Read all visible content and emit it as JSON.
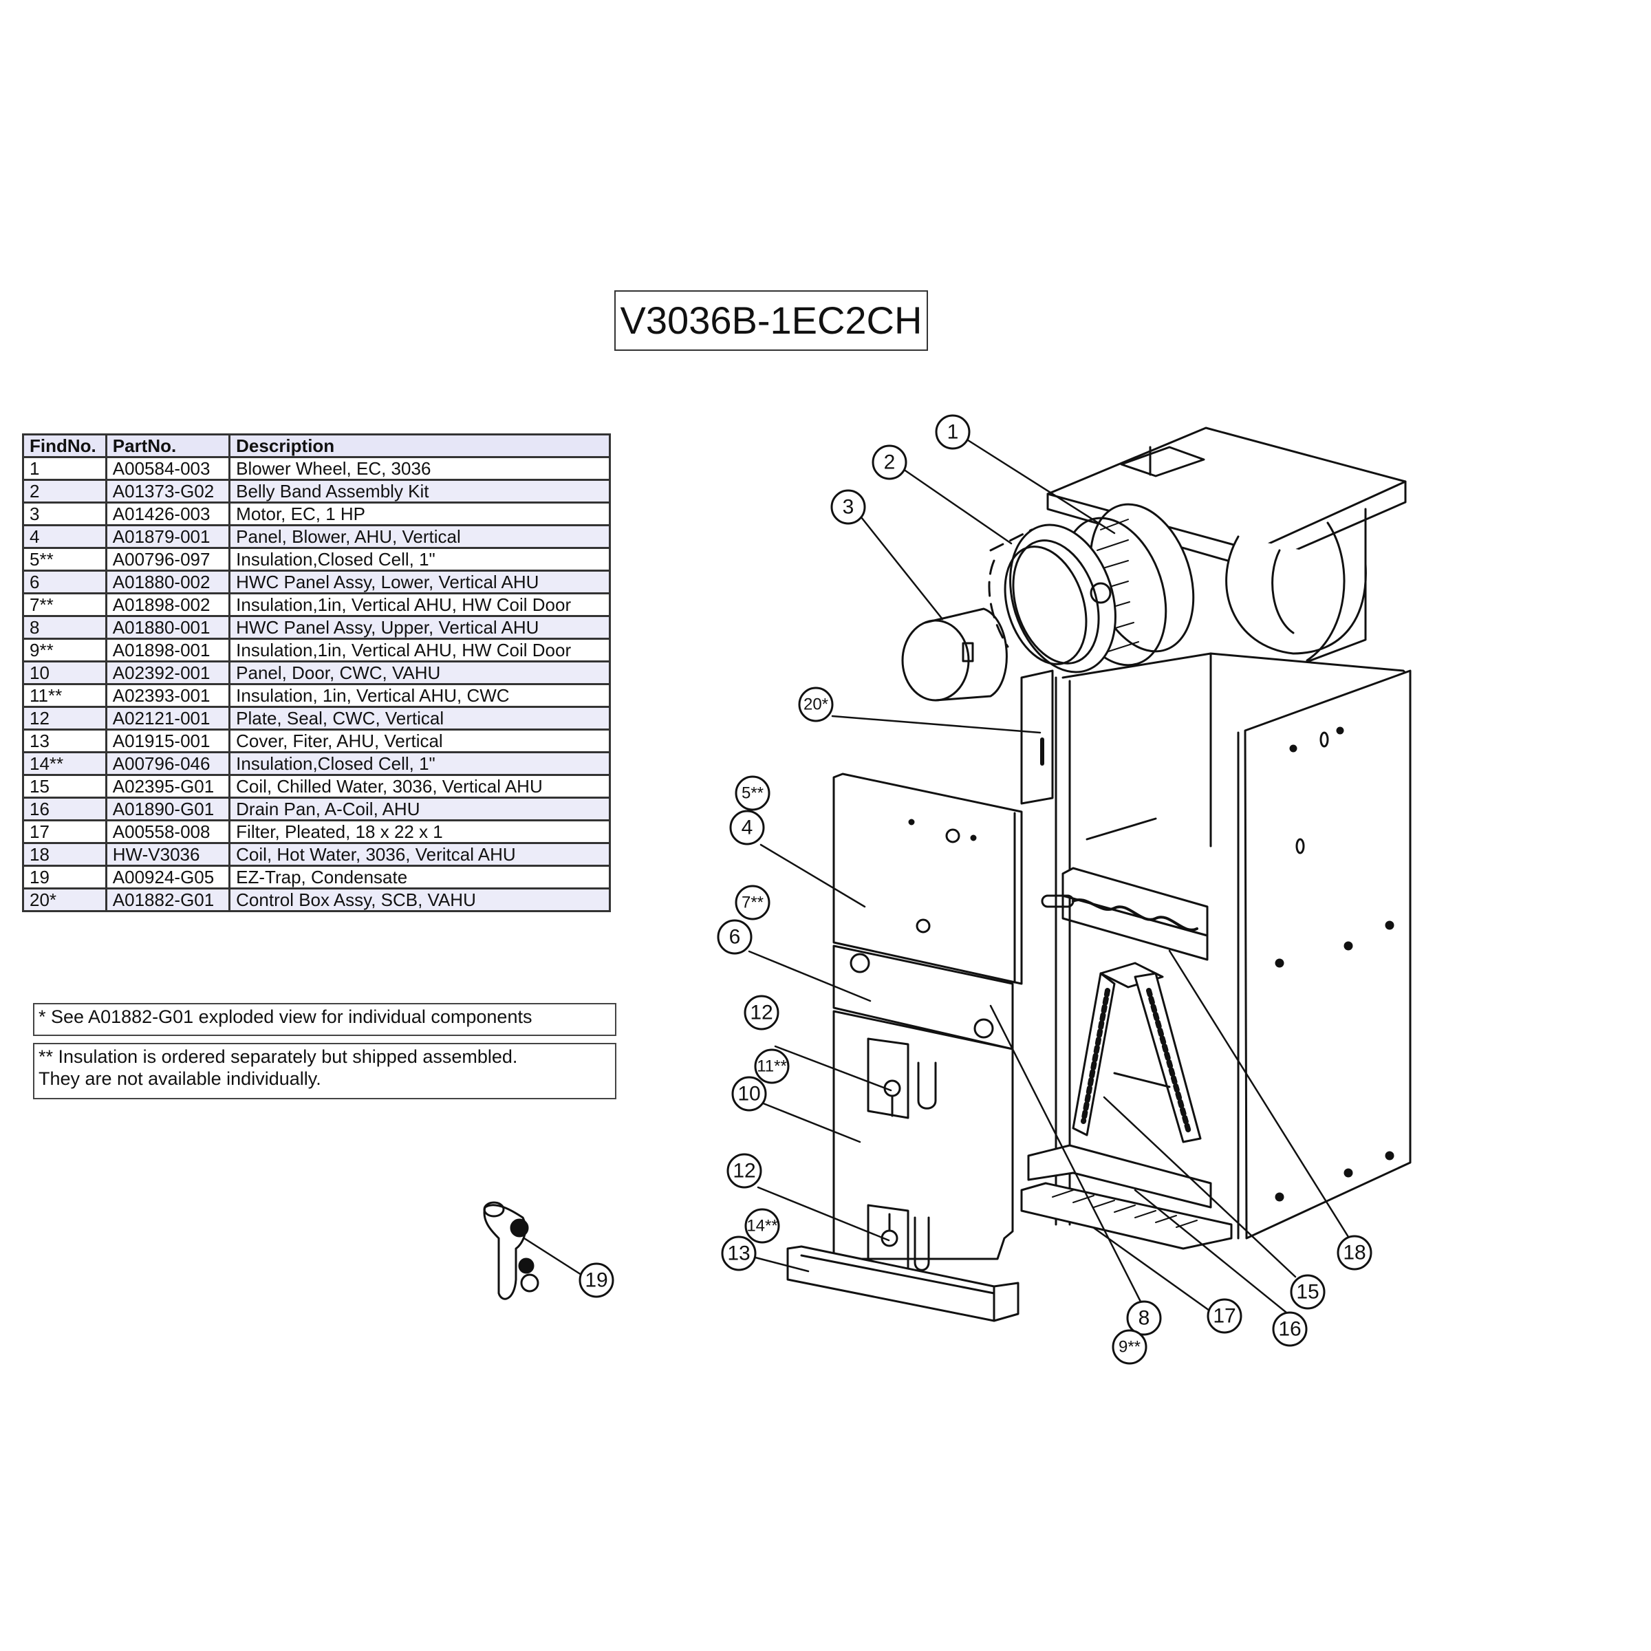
{
  "model": {
    "title": "V3036B-1EC2CH"
  },
  "table": {
    "headers": [
      "FindNo.",
      "PartNo.",
      "Description"
    ],
    "rows": [
      {
        "find": "1",
        "part": "A00584-003",
        "desc": "Blower Wheel, EC, 3036"
      },
      {
        "find": "2",
        "part": "A01373-G02",
        "desc": "Belly Band Assembly Kit"
      },
      {
        "find": "3",
        "part": "A01426-003",
        "desc": "Motor, EC, 1 HP"
      },
      {
        "find": "4",
        "part": "A01879-001",
        "desc": "Panel, Blower, AHU, Vertical"
      },
      {
        "find": "5**",
        "part": "A00796-097",
        "desc": "Insulation,Closed Cell, 1\""
      },
      {
        "find": "6",
        "part": "A01880-002",
        "desc": "HWC Panel Assy, Lower, Vertical AHU"
      },
      {
        "find": "7**",
        "part": "A01898-002",
        "desc": "Insulation,1in, Vertical AHU, HW Coil Door"
      },
      {
        "find": "8",
        "part": "A01880-001",
        "desc": "HWC Panel Assy, Upper, Vertical AHU"
      },
      {
        "find": "9**",
        "part": "A01898-001",
        "desc": "Insulation,1in, Vertical AHU, HW Coil Door"
      },
      {
        "find": "10",
        "part": "A02392-001",
        "desc": "Panel, Door, CWC, VAHU"
      },
      {
        "find": "11**",
        "part": "A02393-001",
        "desc": "Insulation, 1in, Vertical AHU, CWC"
      },
      {
        "find": "12",
        "part": "A02121-001",
        "desc": "Plate, Seal, CWC, Vertical"
      },
      {
        "find": "13",
        "part": "A01915-001",
        "desc": "Cover, Fiter, AHU, Vertical"
      },
      {
        "find": "14**",
        "part": "A00796-046",
        "desc": "Insulation,Closed Cell, 1\""
      },
      {
        "find": "15",
        "part": "A02395-G01",
        "desc": "Coil, Chilled Water, 3036, Vertical AHU"
      },
      {
        "find": "16",
        "part": "A01890-G01",
        "desc": "Drain Pan, A-Coil, AHU"
      },
      {
        "find": "17",
        "part": "A00558-008",
        "desc": "Filter, Pleated, 18 x 22 x 1"
      },
      {
        "find": "18",
        "part": "HW-V3036",
        "desc": "Coil, Hot Water, 3036, Veritcal AHU"
      },
      {
        "find": "19",
        "part": "A00924-G05",
        "desc": "EZ-Trap, Condensate"
      },
      {
        "find": "20*",
        "part": "A01882-G01",
        "desc": "Control Box Assy, SCB, VAHU"
      }
    ]
  },
  "notes": {
    "single_star": "* See A01882-G01 exploded view for individual components",
    "double_star_line1": "** Insulation is ordered separately but shipped assembled.",
    "double_star_line2": "They are not available individually."
  },
  "callouts": [
    {
      "id": "c1",
      "label": "1"
    },
    {
      "id": "c2",
      "label": "2"
    },
    {
      "id": "c3",
      "label": "3"
    },
    {
      "id": "c4",
      "label": "4"
    },
    {
      "id": "c5",
      "label": "5**"
    },
    {
      "id": "c6",
      "label": "6"
    },
    {
      "id": "c7",
      "label": "7**"
    },
    {
      "id": "c8",
      "label": "8"
    },
    {
      "id": "c9",
      "label": "9**"
    },
    {
      "id": "c10",
      "label": "10"
    },
    {
      "id": "c11",
      "label": "11**"
    },
    {
      "id": "c12a",
      "label": "12"
    },
    {
      "id": "c12b",
      "label": "12"
    },
    {
      "id": "c13",
      "label": "13"
    },
    {
      "id": "c14",
      "label": "14**"
    },
    {
      "id": "c15",
      "label": "15"
    },
    {
      "id": "c16",
      "label": "16"
    },
    {
      "id": "c17",
      "label": "17"
    },
    {
      "id": "c18",
      "label": "18"
    },
    {
      "id": "c19",
      "label": "19"
    },
    {
      "id": "c20",
      "label": "20*"
    }
  ],
  "colors": {
    "table_header_bg": "#e6e6f7",
    "table_alt_row_bg": "#ececf9",
    "line": "#111111"
  }
}
